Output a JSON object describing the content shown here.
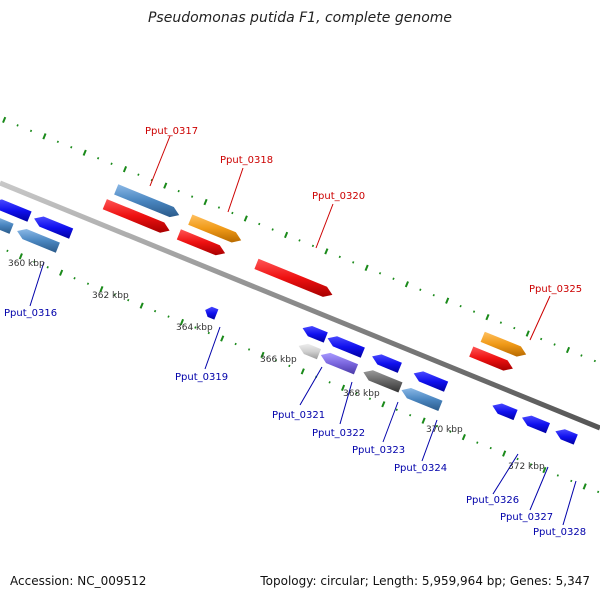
{
  "title": "Pseudomonas putida F1, complete genome",
  "accession": "Accession: NC_009512",
  "summary": "Topology: circular; Length: 5,959,964 bp; Genes: 5,347",
  "colors": {
    "backbone": "#8a8a8a",
    "tick": "#1a8a1a",
    "ruler_text": "#333333",
    "label_top": "#cc0000",
    "label_bottom": "#0000aa"
  },
  "ruler": [
    "360 kbp",
    "362 kbp",
    "364 kbp",
    "366 kbp",
    "368 kbp",
    "370 kbp",
    "372 kbp"
  ],
  "genes_top": [
    {
      "label": "Pput_0317",
      "color": "#4a86c0"
    },
    {
      "label": "Pput_0318",
      "color": "#f09a18"
    },
    {
      "label": "Pput_0320",
      "color": "#ee1111"
    },
    {
      "label": "Pput_0325",
      "color": "#f09a18"
    }
  ],
  "genes_bottom": [
    {
      "label": "Pput_0316"
    },
    {
      "label": "Pput_0319"
    },
    {
      "label": "Pput_0321"
    },
    {
      "label": "Pput_0322"
    },
    {
      "label": "Pput_0323"
    },
    {
      "label": "Pput_0324"
    },
    {
      "label": "Pput_0326"
    },
    {
      "label": "Pput_0327"
    },
    {
      "label": "Pput_0328"
    }
  ]
}
